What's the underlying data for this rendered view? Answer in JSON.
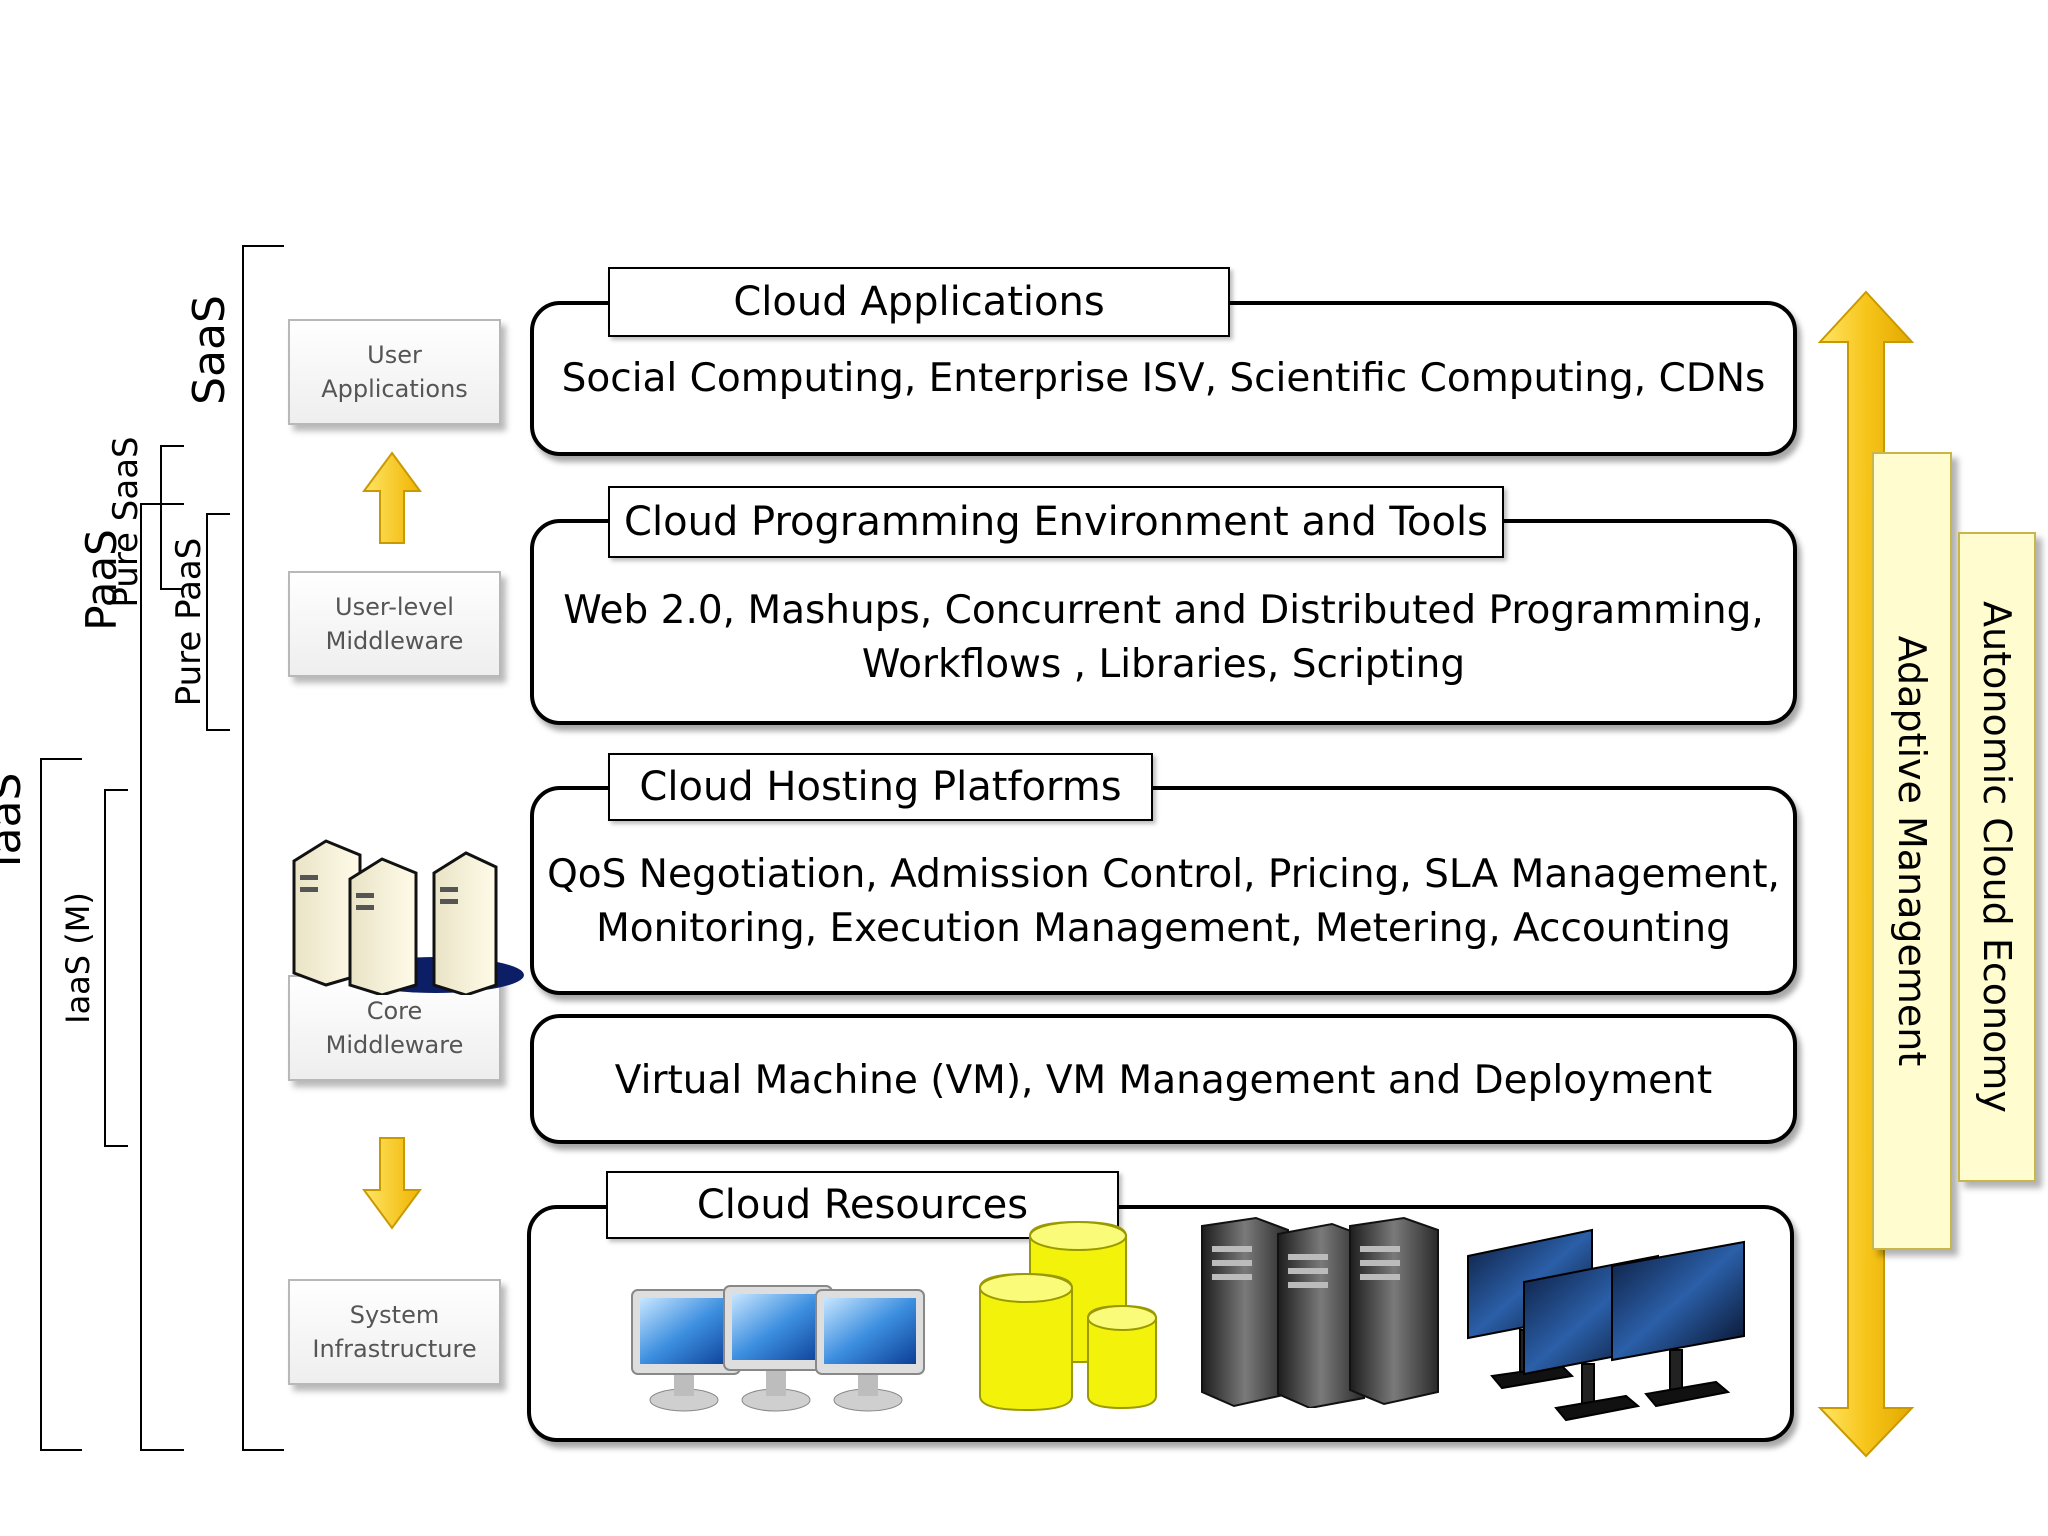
{
  "scope_labels": {
    "saas": "SaaS",
    "paas": "PaaS",
    "pure_saas": "Pure SaaS",
    "pure_paas": "Pure PaaS",
    "iaas": "IaaS",
    "iaas_m": "IaaS (M)"
  },
  "side_boxes": [
    {
      "label": "User\nApplications"
    },
    {
      "label": "User-level\nMiddleware"
    },
    {
      "label": "Core\nMiddleware"
    },
    {
      "label": "System\nInfrastructure"
    }
  ],
  "layers": [
    {
      "tab": "Cloud Applications",
      "text": "Social Computing, Enterprise ISV, Scientific Computing, CDNs"
    },
    {
      "tab": "Cloud Programming Environment and Tools",
      "text": "Web 2.0, Mashups, Concurrent and Distributed Programming,\nWorkflows , Libraries, Scripting"
    },
    {
      "tab": "Cloud Hosting Platforms",
      "text": "QoS Negotiation, Admission Control, Pricing, SLA Management,\nMonitoring, Execution Management, Metering, Accounting"
    },
    {
      "tab": "",
      "text": "Virtual Machine (VM), VM Management and Deployment"
    },
    {
      "tab": "Cloud Resources",
      "text": ""
    }
  ],
  "right_labels": {
    "adaptive": "Adaptive Management",
    "autonomic": "Autonomic Cloud Economy"
  },
  "colors": {
    "arrow_yellow": "#f7c51a",
    "arrow_yellow_light": "#ffe566",
    "tall_box_fill": "#fffccf",
    "side_box_text": "#555555"
  },
  "icons": [
    "server-cluster-icon",
    "desktop-monitors-icon",
    "database-cylinders-icon",
    "tower-servers-icon",
    "flat-monitors-icon"
  ]
}
